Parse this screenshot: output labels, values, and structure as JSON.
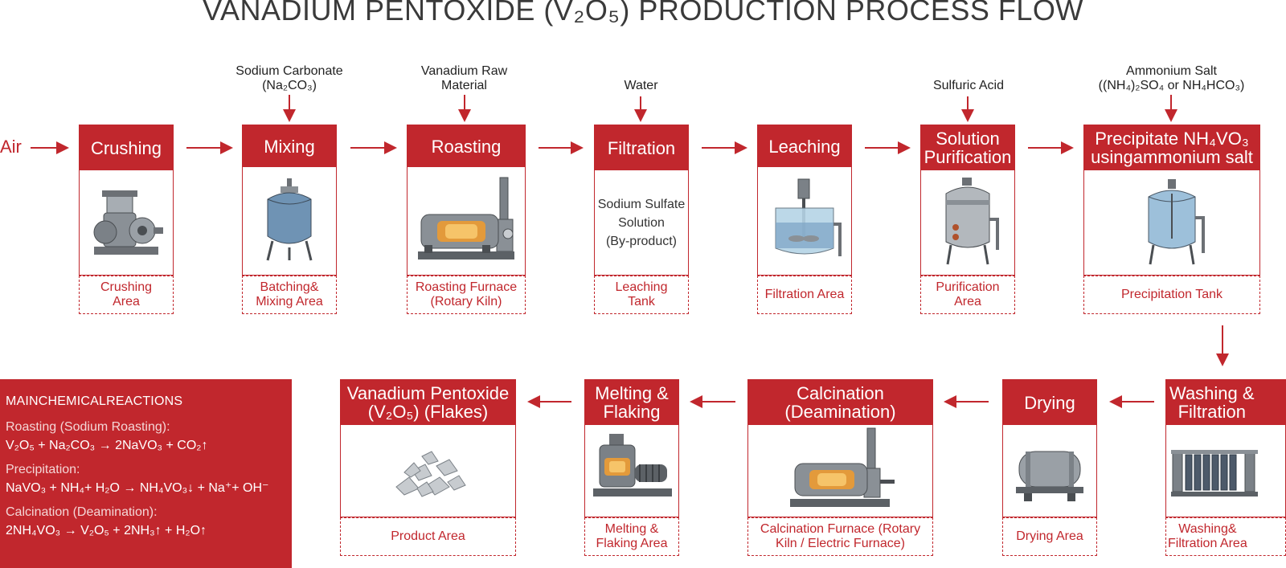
{
  "title": "VANADIUM PENTOXIDE (V₂O₅) PRODUCTION PROCESS FLOW",
  "air_label": "Air",
  "inputs": {
    "sodium_carbonate": [
      "Sodium Carbonate",
      "(Na₂CO₃)"
    ],
    "vanadium_raw": [
      "Vanadium Raw",
      "Material"
    ],
    "water": [
      "Water"
    ],
    "sulfuric_acid": [
      "Sulfuric Acid"
    ],
    "ammonium_salt": [
      "Ammonium Salt",
      "((NH₄)₂SO₄ or NH₄HCO₃)"
    ]
  },
  "steps": {
    "crushing": {
      "title": "Crushing",
      "area": [
        "Crushing",
        "Area"
      ],
      "icon": "crusher-icon"
    },
    "mixing": {
      "title": "Mixing",
      "area": [
        "Batching&",
        "Mixing Area"
      ],
      "icon": "mixing-tank-icon"
    },
    "roasting": {
      "title": "Roasting",
      "area": [
        "Roasting Furnace",
        "(Rotary Kiln)"
      ],
      "icon": "rotary-kiln-icon"
    },
    "filtration": {
      "title": "Filtration",
      "body": [
        "Sodium Sulfate",
        "Solution",
        "(By-product)"
      ],
      "area": [
        "Leaching",
        "Tank"
      ]
    },
    "leaching": {
      "title": "Leaching",
      "area": [
        "Filtration Area"
      ],
      "icon": "leaching-tank-icon"
    },
    "purification": {
      "title": [
        "Solution",
        "Purification"
      ],
      "area": [
        "Purification",
        "Area"
      ],
      "icon": "purification-vessel-icon"
    },
    "precipitation": {
      "title": [
        "Precipitate NH₄VO₃",
        "usingammonium salt"
      ],
      "area": [
        "Precipitation Tank"
      ],
      "icon": "precipitation-tank-icon"
    },
    "washing": {
      "title": [
        "Washing &",
        "Filtration"
      ],
      "area": [
        "Washing&",
        "Filtration Area"
      ],
      "icon": "filter-press-icon"
    },
    "drying": {
      "title": "Drying",
      "area": [
        "Drying Area"
      ],
      "icon": "dryer-icon"
    },
    "calcination": {
      "title": [
        "Calcination",
        "(Deamination)"
      ],
      "area": [
        "Calcination Furnace (Rotary",
        "Kiln / Electric Furnace)"
      ],
      "icon": "calcination-kiln-icon"
    },
    "melting": {
      "title": [
        "Melting &",
        "Flaking"
      ],
      "area": [
        "Melting &",
        "Flaking Area"
      ],
      "icon": "melting-furnace-icon"
    },
    "product": {
      "title": [
        "Vanadium Pentoxide",
        "(V₂O₅) (Flakes)"
      ],
      "area": [
        "Product Area"
      ],
      "icon": "flakes-icon"
    }
  },
  "reactions": {
    "title": "MAINCHEMICALREACTIONS",
    "items": [
      {
        "label": "Roasting (Sodium Roasting):",
        "equation": "V₂O₅ + Na₂CO₃ → 2NaVO₃ + CO₂↑"
      },
      {
        "label": "Precipitation:",
        "equation": "NaVO₃ + NH₄+ H₂O → NH₄VO₃↓ + Na⁺+ OH⁻"
      },
      {
        "label": "Calcination (Deamination):",
        "equation": "2NH₄VO₃ → V₂O₅ + 2NH₃↑ + H₂O↑"
      }
    ]
  },
  "colors": {
    "accent": "#c1272d",
    "steel": "#8a9096",
    "glass": "#7aa3c4"
  }
}
